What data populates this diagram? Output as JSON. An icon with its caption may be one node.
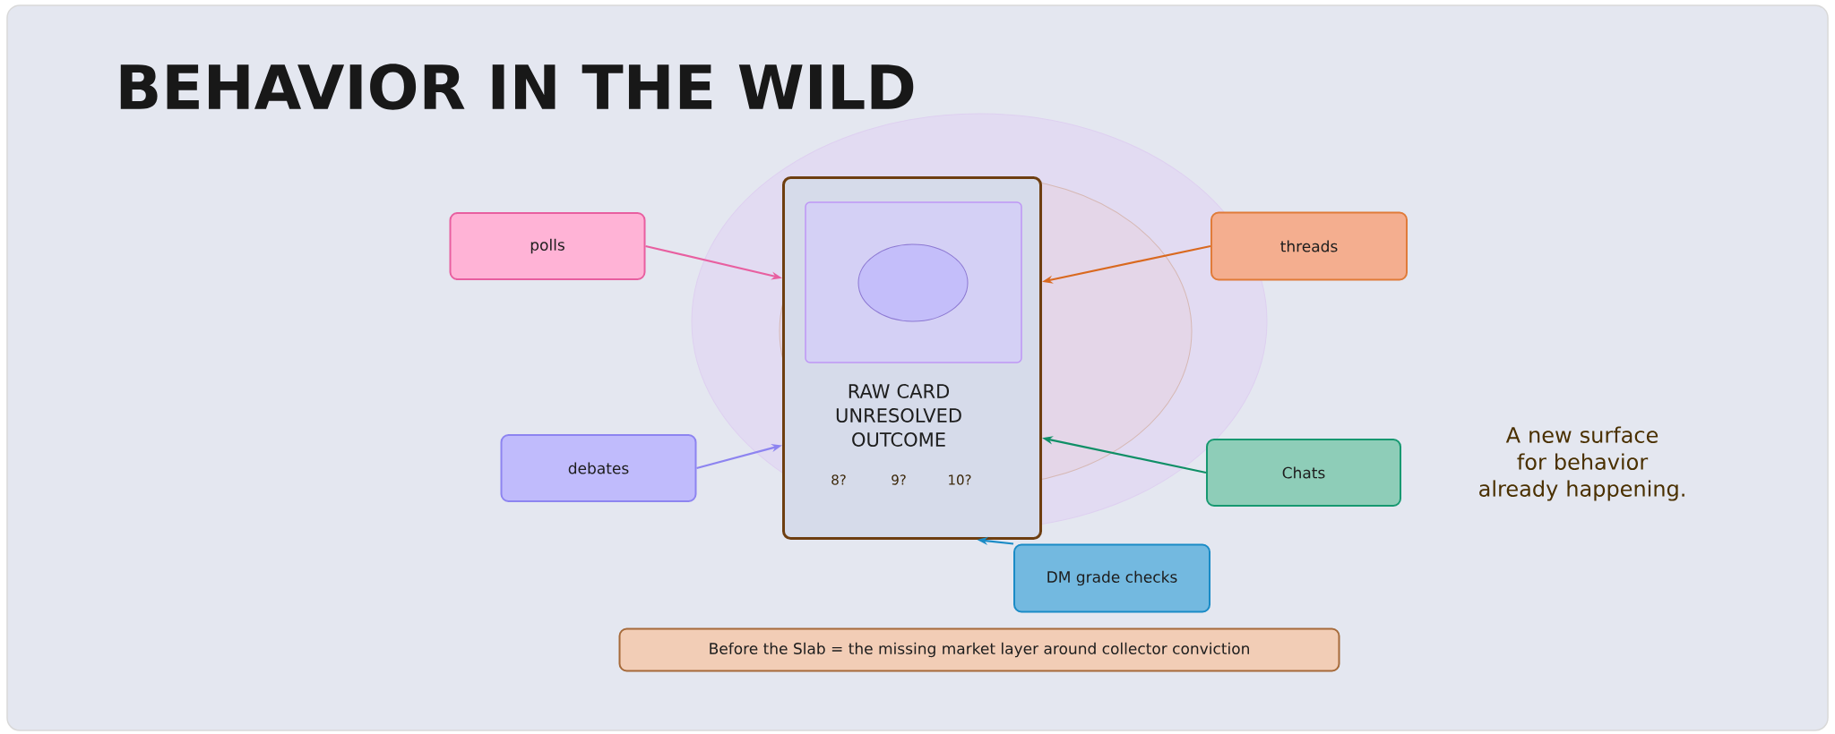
{
  "diagram": {
    "title": "BEHAVIOR IN THE WILD",
    "nodes": [
      {
        "text": [
          "polls"
        ]
      },
      {
        "text": [
          "RAW CARD UNRESOLVED OUTCOME",
          "8?",
          "9?",
          "10?"
        ]
      },
      {
        "text": [
          "threads"
        ]
      },
      {
        "text": [
          "debates"
        ]
      },
      {
        "text": [
          "Chats"
        ]
      },
      {
        "text": [
          "DM grade checks"
        ]
      },
      {
        "text": [
          "Before the Slab = the missing market layer around collector conviction"
        ]
      }
    ],
    "edges": [
      {
        "from": 0,
        "to": 1,
        "arrow": "to",
        "color": "#e85fa0"
      },
      {
        "from": 2,
        "to": 1,
        "arrow": "to",
        "color": "#d9691f"
      },
      {
        "from": 3,
        "to": 1,
        "arrow": "to",
        "color": "#8d84f0"
      },
      {
        "from": 4,
        "to": 1,
        "arrow": "to",
        "color": "#0f8f66"
      },
      {
        "from": 5,
        "to": 1,
        "arrow": "to",
        "color": "#1a8bc6"
      }
    ],
    "labels": [
      "A new surface for behavior already happening."
    ]
  }
}
